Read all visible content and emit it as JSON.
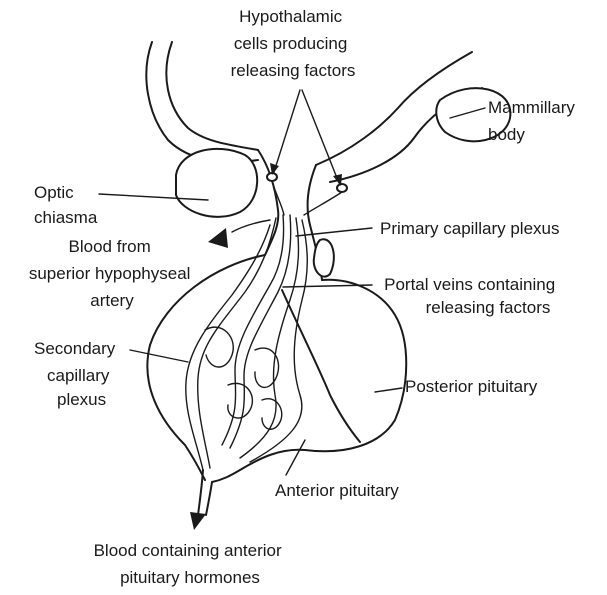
{
  "labels": {
    "hypothalamic": [
      "Hypothalamic",
      "cells producing",
      "releasing factors"
    ],
    "mammillary": [
      "Mammillary",
      "body"
    ],
    "optic": [
      "Optic",
      "chiasma"
    ],
    "blood_from": [
      "Blood from",
      "superior hypophyseal",
      "artery"
    ],
    "primary_plexus": [
      "Primary capillary plexus"
    ],
    "portal_veins": [
      "Portal veins containing",
      "releasing factors"
    ],
    "secondary_plexus": [
      "Secondary",
      "capillary",
      "plexus"
    ],
    "posterior": [
      "Posterior pituitary"
    ],
    "anterior": [
      "Anterior pituitary"
    ],
    "blood_containing": [
      "Blood containing anterior",
      "pituitary hormones"
    ]
  }
}
